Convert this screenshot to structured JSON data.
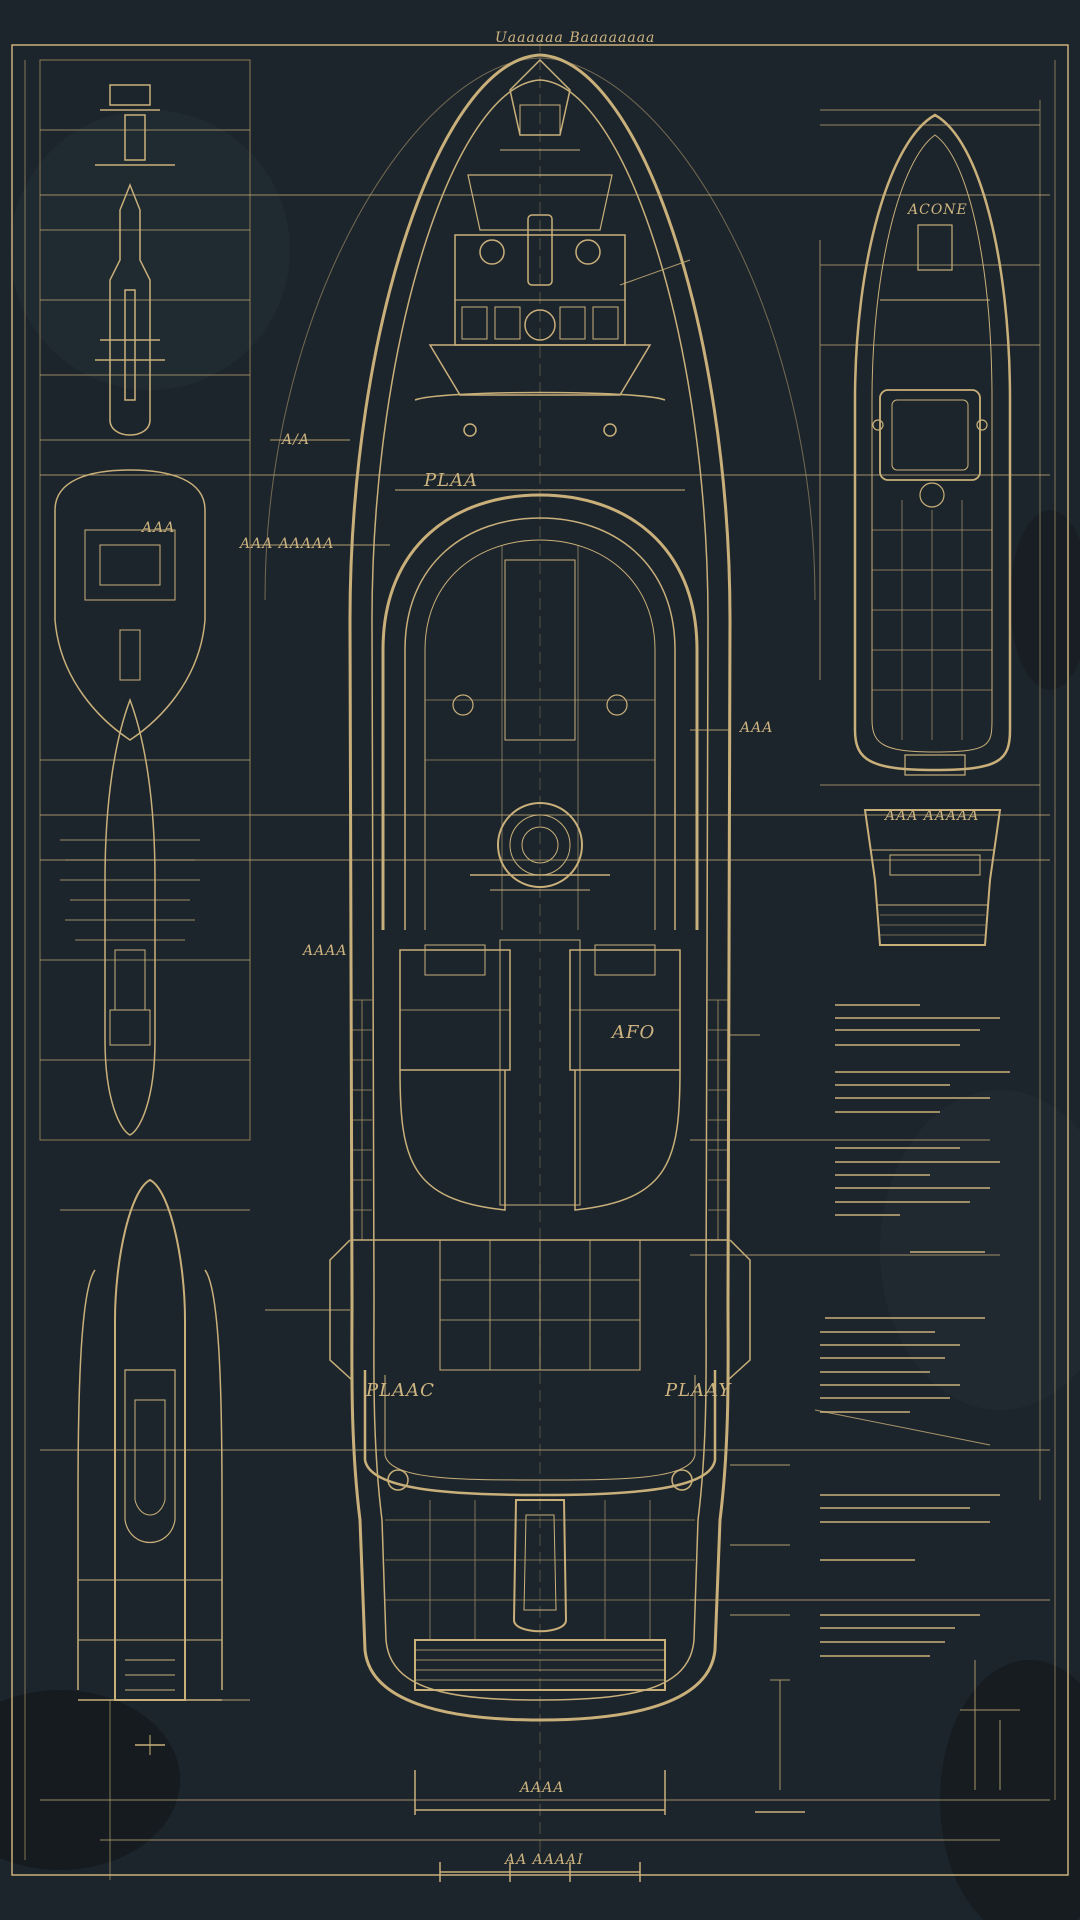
{
  "blueprint": {
    "colors": {
      "background": "#1d252c",
      "line": "#c9b07a",
      "line_dim": "#8c7a55",
      "text": "#cdb480"
    },
    "labels": {
      "top_title": "Uaaaaaa Baaaaaaaa",
      "deck_label": "PLAA",
      "cabin_label": "AFO",
      "port_label": "PLAAC",
      "starboard_label": "PLAAY",
      "right_view_label": "ACONE",
      "left_annot_a": "AAA",
      "left_annot_b": "AAA AAAAA",
      "left_annot_c": "A/A",
      "left_annot_d": "AAAA",
      "right_annot_a": "AAA",
      "right_annot_b": "AAA AAAAA",
      "bottom_center_label": "AAAA",
      "bottom_scale_label": "AA AAAAI"
    }
  }
}
